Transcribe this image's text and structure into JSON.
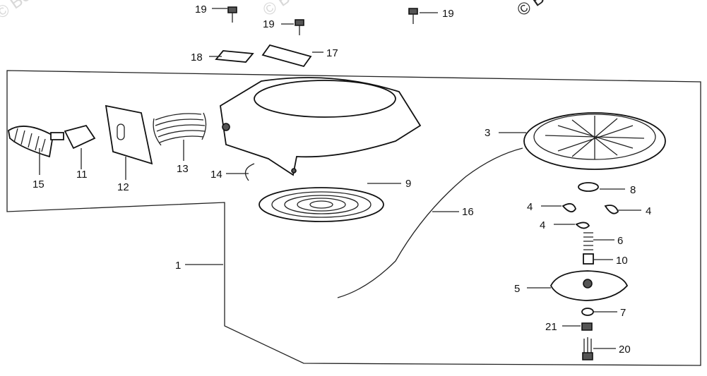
{
  "watermark": "© Boats.net",
  "callouts": {
    "c1": "1",
    "c3": "3",
    "c4a": "4",
    "c4b": "4",
    "c4c": "4",
    "c5": "5",
    "c6": "6",
    "c7": "7",
    "c8": "8",
    "c9": "9",
    "c10": "10",
    "c11": "11",
    "c12": "12",
    "c13": "13",
    "c14": "14",
    "c15": "15",
    "c16": "16",
    "c17": "17",
    "c18": "18",
    "c19a": "19",
    "c19b": "19",
    "c19c": "19",
    "c20": "20",
    "c21": "21"
  }
}
